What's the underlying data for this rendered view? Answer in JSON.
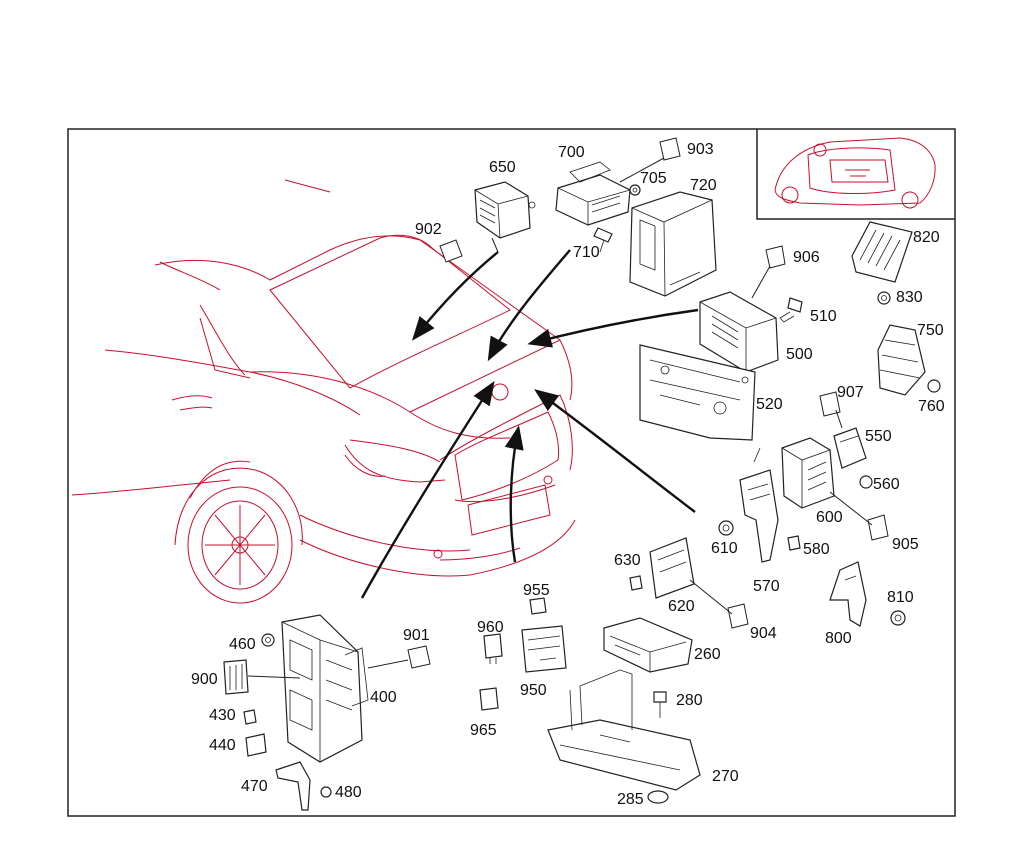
{
  "labels": {
    "p650": "650",
    "p700": "700",
    "p903": "903",
    "p705": "705",
    "p720": "720",
    "p902": "902",
    "p710": "710",
    "p906": "906",
    "p820": "820",
    "p830": "830",
    "p510": "510",
    "p500": "500",
    "p750": "750",
    "p760": "760",
    "p520": "520",
    "p907": "907",
    "p550": "550",
    "p560": "560",
    "p600": "600",
    "p905": "905",
    "p610": "610",
    "p580": "580",
    "p570": "570",
    "p630": "630",
    "p620": "620",
    "p904": "904",
    "p810": "810",
    "p800": "800",
    "p955": "955",
    "p960": "960",
    "p950": "950",
    "p965": "965",
    "p260": "260",
    "p280": "280",
    "p270": "270",
    "p285": "285",
    "p460": "460",
    "p901": "901",
    "p900": "900",
    "p400": "400",
    "p430": "430",
    "p440": "440",
    "p470": "470",
    "p480": "480"
  },
  "colors": {
    "vehicle_outline": "#c8102e",
    "frame": "#222222",
    "background": "#ffffff"
  }
}
